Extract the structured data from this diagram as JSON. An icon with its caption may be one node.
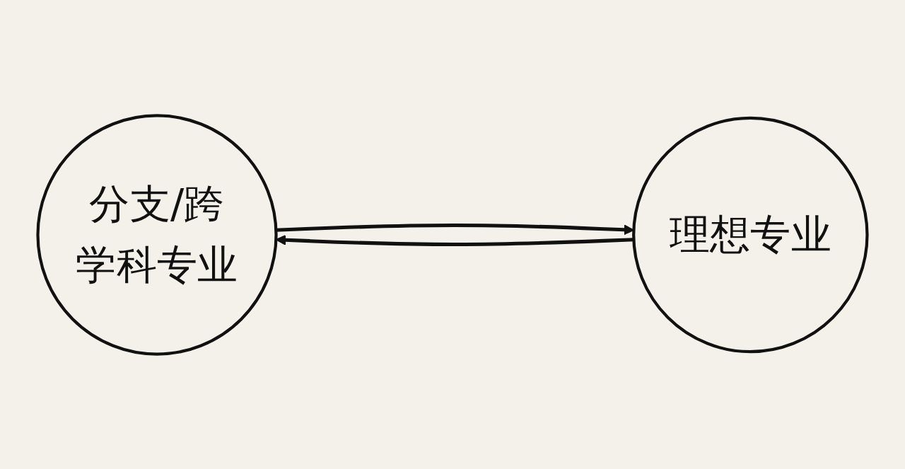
{
  "diagram": {
    "nodes": [
      {
        "text": [
          "分支/跨学科专业"
        ]
      },
      {
        "text": [
          "理想专业"
        ]
      }
    ],
    "edges": [
      {
        "from": 1,
        "to": 0,
        "arrow": "to"
      },
      {
        "from": 0,
        "to": 1,
        "arrow": "to"
      }
    ]
  }
}
